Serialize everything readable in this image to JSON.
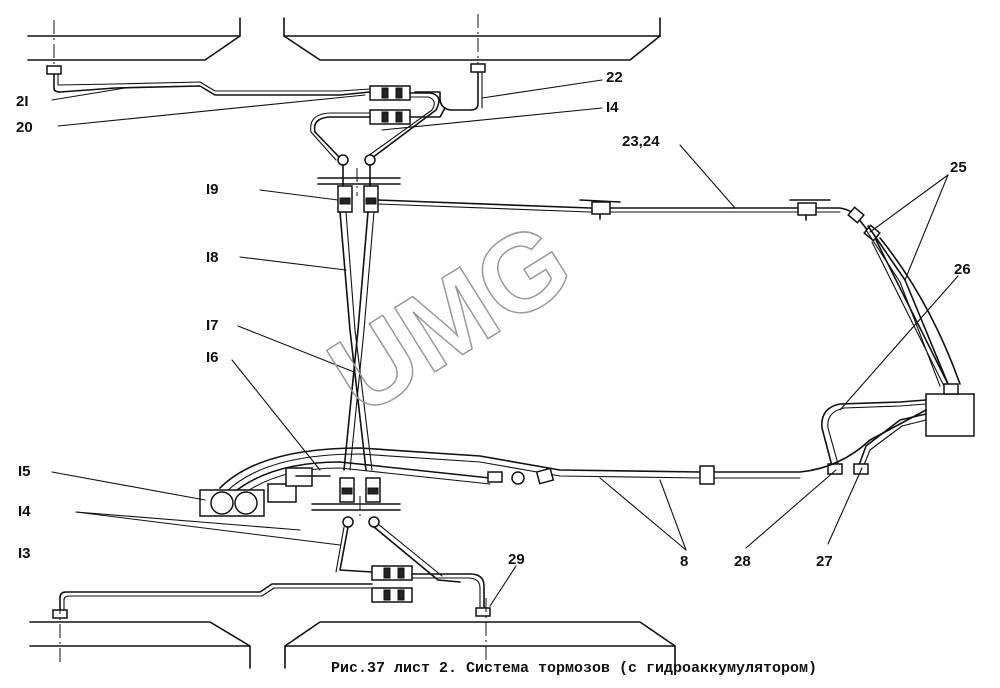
{
  "figure": {
    "caption": "Рис.37 лист 2. Система тормозов (с гидроаккумулятором)",
    "watermark": "UMG"
  },
  "labels": {
    "l21": "2I",
    "l20": "20",
    "l22": "22",
    "l14_top": "I4",
    "l2324": "23,24",
    "l25": "25",
    "l19": "I9",
    "l18": "I8",
    "l26": "26",
    "l17": "I7",
    "l16": "I6",
    "l15": "I5",
    "l14_bottom": "I4",
    "l13": "I3",
    "l29": "29",
    "l8": "8",
    "l28": "28",
    "l27": "27"
  }
}
